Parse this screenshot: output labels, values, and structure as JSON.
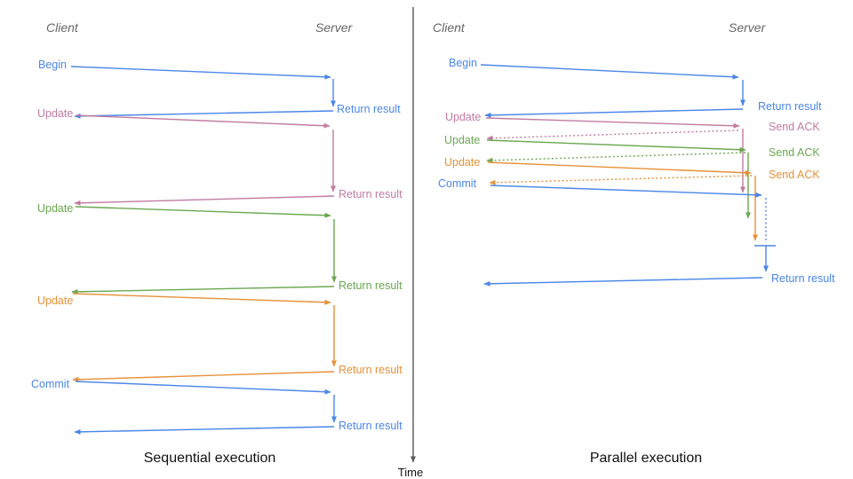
{
  "palette": {
    "blue": "#4a86e8",
    "pink": "#c27ba0",
    "green": "#6aa84f",
    "orange": "#e69138",
    "axis": "#595959",
    "header_gray": "#666666",
    "title_black": "#111111"
  },
  "time_axis": {
    "label": "Time"
  },
  "diagrams": [
    {
      "title": "Sequential execution",
      "client_header": "Client",
      "server_header": "Server",
      "messages": [
        {
          "label": "Begin",
          "color": "blue",
          "response": "Return result"
        },
        {
          "label": "Update",
          "color": "pink",
          "response": "Return result"
        },
        {
          "label": "Update",
          "color": "green",
          "response": "Return result"
        },
        {
          "label": "Update",
          "color": "orange",
          "response": "Return result"
        },
        {
          "label": "Commit",
          "color": "blue",
          "response": "Return result"
        }
      ]
    },
    {
      "title": "Parallel execution",
      "client_header": "Client",
      "server_header": "Server",
      "messages": [
        {
          "label": "Begin",
          "color": "blue",
          "response": "Return result"
        },
        {
          "label": "Update",
          "color": "pink",
          "response": "Send ACK"
        },
        {
          "label": "Update",
          "color": "green",
          "response": "Send ACK"
        },
        {
          "label": "Update",
          "color": "orange",
          "response": "Send ACK"
        },
        {
          "label": "Commit",
          "color": "blue",
          "response": "Return result"
        }
      ]
    }
  ]
}
